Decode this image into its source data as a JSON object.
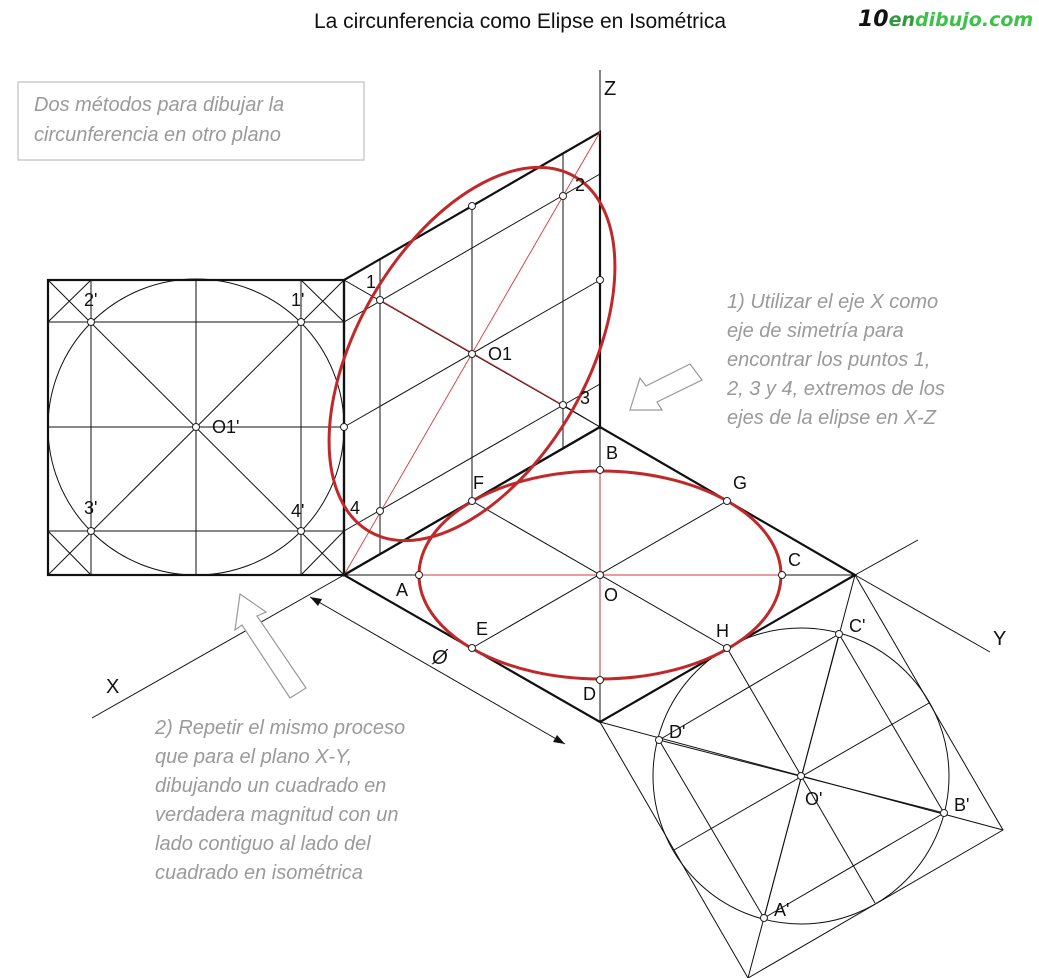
{
  "title": "La circunferencia como Elipse en Isométrica",
  "brand": {
    "number": "10",
    "part1": "en",
    "part2": "dibujo.com"
  },
  "note_box": {
    "lines": [
      "Dos métodos para dibujar la",
      "circunferencia en otro plano"
    ]
  },
  "method1": {
    "lines": [
      "1) Utilizar el eje X como",
      "eje de simetría para",
      "encontrar los puntos 1,",
      "2, 3 y 4, extremos de los",
      "ejes de la elipse en X-Z"
    ]
  },
  "method2": {
    "lines": [
      "2) Repetir el mismo proceso",
      "que para el plano X-Y,",
      "dibujando un cuadrado en",
      "verdadera magnitud con un",
      "lado contiguo al lado del",
      "cuadrado en isométrica"
    ]
  },
  "axes": {
    "x": "X",
    "y": "Y",
    "z": "Z"
  },
  "diameter_symbol": "Ø",
  "labels": {
    "A": "A",
    "B": "B",
    "C": "C",
    "D": "D",
    "E": "E",
    "F": "F",
    "G": "G",
    "H": "H",
    "O": "O",
    "p1": "1",
    "p2": "2",
    "p3": "3",
    "p4": "4",
    "O1": "O1",
    "p1p": "1'",
    "p2p": "2'",
    "p3p": "3'",
    "p4p": "4'",
    "O1p": "O1'",
    "Ap": "A'",
    "Bp": "B'",
    "Cp": "C'",
    "Dp": "D'",
    "Op": "O'"
  },
  "colors": {
    "ellipse": "#c0282a",
    "construction_red": "#d23a3a",
    "note_gray": "#9a9a9a",
    "brand_green": "#2f9a3a",
    "ink": "#111111"
  }
}
